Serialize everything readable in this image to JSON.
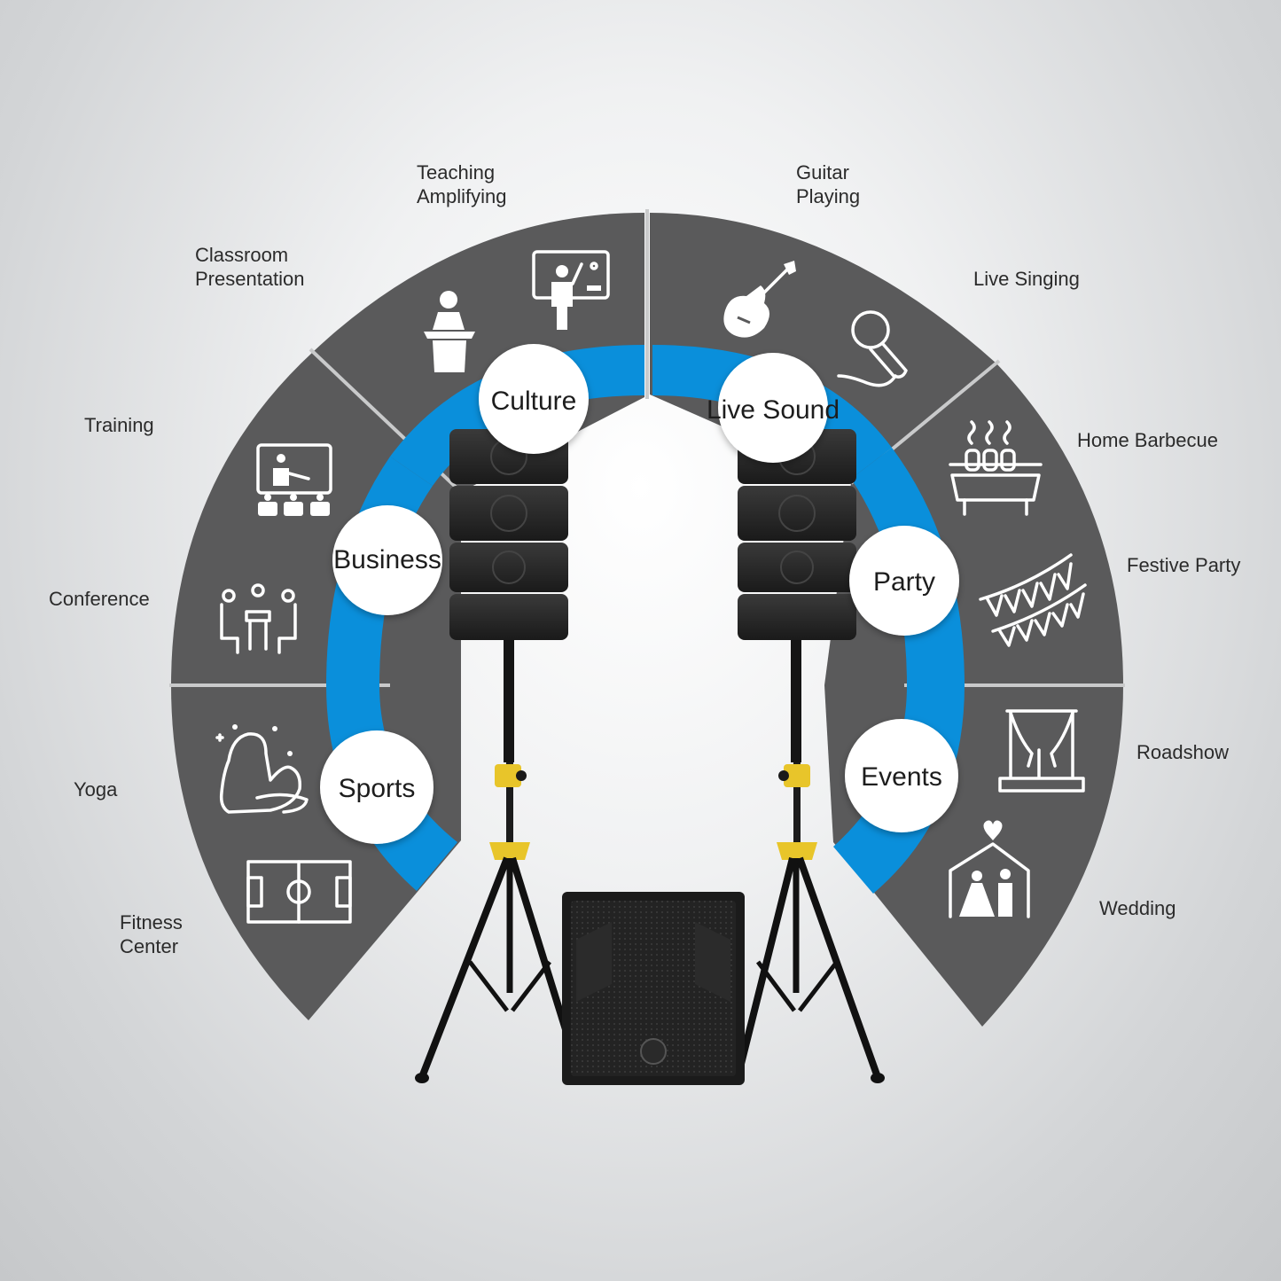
{
  "colors": {
    "segment": "#5a5a5b",
    "ring": "#0a8fdb",
    "badge": "#ffffff",
    "stand_accent": "#e8c52a"
  },
  "categories": [
    {
      "id": "sports",
      "label": "Sports",
      "items": [
        "Yoga",
        "Fitness Center"
      ],
      "icons": [
        "yoga-icon",
        "soccer-field-icon"
      ]
    },
    {
      "id": "business",
      "label": "Business",
      "items": [
        "Training",
        "Conference"
      ],
      "icons": [
        "training-screen-icon",
        "conference-table-icon"
      ]
    },
    {
      "id": "culture",
      "label": "Culture",
      "items": [
        "Classroom Presentation",
        "Teaching Amplifying"
      ],
      "icons": [
        "podium-icon",
        "teacher-board-icon"
      ]
    },
    {
      "id": "live-sound",
      "label": "Live Sound",
      "items": [
        "Guitar Playing",
        "Live Singing"
      ],
      "icons": [
        "electric-guitar-icon",
        "microphone-icon"
      ]
    },
    {
      "id": "party",
      "label": "Party",
      "items": [
        "Home Barbecue",
        "Festive Party"
      ],
      "icons": [
        "barbecue-grill-icon",
        "bunting-flags-icon"
      ]
    },
    {
      "id": "events",
      "label": "Events",
      "items": [
        "Roadshow",
        "Wedding"
      ],
      "icons": [
        "stage-curtain-icon",
        "wedding-couple-icon"
      ]
    }
  ]
}
